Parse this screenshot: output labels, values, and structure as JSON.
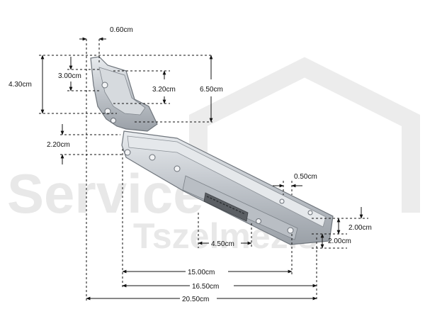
{
  "watermark": {
    "line1": "Service",
    "line2": "Tszelmezis"
  },
  "dimensions": {
    "d060": "0.60cm",
    "d300": "3.00cm",
    "d430": "4.30cm",
    "d320": "3.20cm",
    "d650": "6.50cm",
    "d220": "2.20cm",
    "d050": "0.50cm",
    "d200a": "2.00cm",
    "d200b": "2.00cm",
    "d450": "4.50cm",
    "d1500": "15.00cm",
    "d1650": "16.50cm",
    "d2050": "20.50cm"
  },
  "colors": {
    "metal": "#c9cdd2",
    "metal_dark": "#8d9299",
    "watermark": "#e6e6e6",
    "line": "#111111"
  }
}
